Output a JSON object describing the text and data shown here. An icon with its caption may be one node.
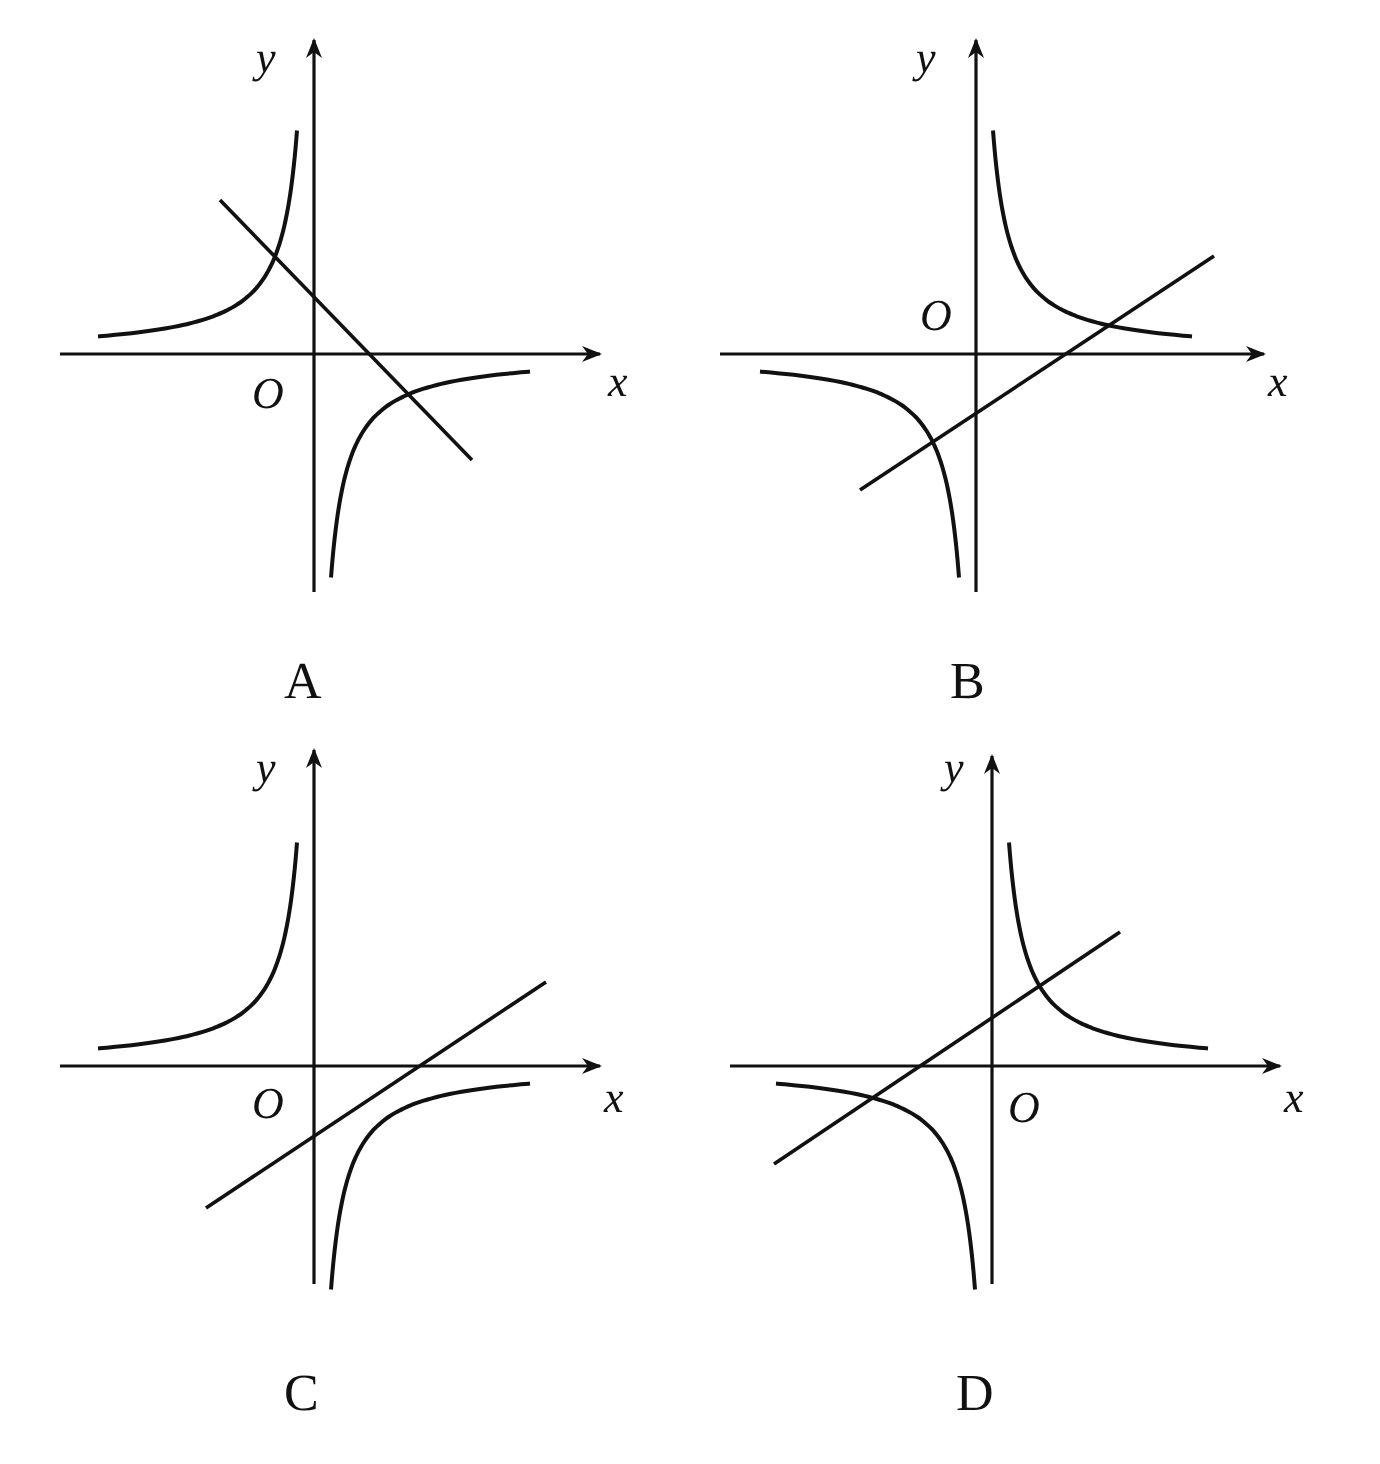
{
  "diagram": {
    "labels": [
      "y",
      "O",
      "x",
      "y",
      "O",
      "x",
      "A",
      "B",
      "y",
      "O",
      "x",
      "y",
      "O",
      "x",
      "C",
      "D"
    ]
  }
}
